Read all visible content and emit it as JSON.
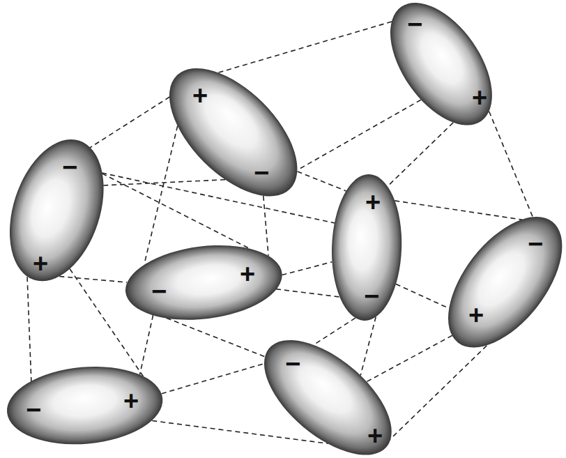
{
  "diagram": {
    "nodes": [
      {
        "text": [
          "−",
          "+"
        ]
      },
      {
        "text": [
          "+",
          "−"
        ]
      },
      {
        "text": [
          "−",
          "+"
        ]
      },
      {
        "text": [
          "+",
          "−"
        ]
      },
      {
        "text": [
          "−",
          "+"
        ]
      },
      {
        "text": [
          "−",
          "+"
        ]
      },
      {
        "text": [
          "−",
          "+"
        ]
      },
      {
        "text": [
          "−",
          "+"
        ]
      }
    ],
    "edges": [
      {
        "from": 0,
        "to": 1,
        "arrow": "none"
      },
      {
        "from": 0,
        "to": 1,
        "arrow": "none"
      },
      {
        "from": 0,
        "to": 3,
        "arrow": "none"
      },
      {
        "from": 0,
        "to": 4,
        "arrow": "none"
      },
      {
        "from": 1,
        "to": 2,
        "arrow": "none"
      },
      {
        "from": 1,
        "to": 5,
        "arrow": "none"
      },
      {
        "from": 1,
        "to": 5,
        "arrow": "none"
      },
      {
        "from": 1,
        "to": 3,
        "arrow": "none"
      },
      {
        "from": 2,
        "to": 5,
        "arrow": "none"
      },
      {
        "from": 2,
        "to": 5,
        "arrow": "none"
      },
      {
        "from": 2,
        "to": 7,
        "arrow": "none"
      },
      {
        "from": 2,
        "to": 7,
        "arrow": "none"
      },
      {
        "from": 2,
        "to": 3,
        "arrow": "none"
      },
      {
        "from": 5,
        "to": 3,
        "arrow": "none"
      },
      {
        "from": 5,
        "to": 3,
        "arrow": "none"
      },
      {
        "from": 5,
        "to": 7,
        "arrow": "none"
      },
      {
        "from": 5,
        "to": 6,
        "arrow": "none"
      },
      {
        "from": 3,
        "to": 4,
        "arrow": "none"
      },
      {
        "from": 3,
        "to": 4,
        "arrow": "none"
      },
      {
        "from": 3,
        "to": 6,
        "arrow": "none"
      },
      {
        "from": 3,
        "to": 6,
        "arrow": "none"
      },
      {
        "from": 4,
        "to": 6,
        "arrow": "none"
      },
      {
        "from": 4,
        "to": 6,
        "arrow": "none"
      },
      {
        "from": 7,
        "to": 6,
        "arrow": "none"
      },
      {
        "from": 7,
        "to": 6,
        "arrow": "none"
      },
      {
        "from": 2,
        "to": 1,
        "arrow": "none"
      }
    ]
  }
}
